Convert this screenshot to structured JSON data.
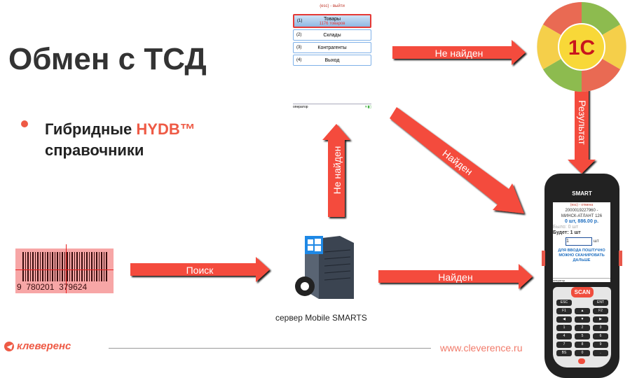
{
  "slide": {
    "title": "Обмен с ТСД",
    "bullet_text": "Гибридные ",
    "bullet_highlight": "HYDB™",
    "bullet_text2": "справочники"
  },
  "tsd_menu": {
    "header": "(esc) - выйти",
    "items": [
      {
        "num": "(1)",
        "label": "Товары",
        "sub": "1176 товаров"
      },
      {
        "num": "(2)",
        "label": "Склады"
      },
      {
        "num": "(3)",
        "label": "Контрагенты"
      },
      {
        "num": "(4)",
        "label": "Выход"
      }
    ],
    "status": "оператор"
  },
  "arrows": {
    "search": "Поиск",
    "not_found_up": "Не найден",
    "not_found_right": "Не найден",
    "found_diag": "Найден",
    "found_right": "Найден",
    "result": "Результат"
  },
  "barcode": {
    "digits_first": "9",
    "digits_left": "780201",
    "digits_right": "379624"
  },
  "server": {
    "label_prefix": "сервер ",
    "label_name": "Mobile SMARTS"
  },
  "device": {
    "brand": "SMART",
    "screen": {
      "header": "(esc) - отмена",
      "code": "2000019227960 -",
      "name": "МИНСК-АТЛАНТ 126",
      "qty_price": "0 шт, 886.00 р.",
      "was": "Было: 0 шт",
      "will": "Будет: 1 шт",
      "input": "1",
      "unit": "шт",
      "hint": "ДЛЯ ВВОДА ПОШТУЧНО МОЖНО СКАНИРОВАТЬ ДАЛЬШЕ",
      "status": "оператор"
    },
    "keys": [
      "ESC",
      "SCAN",
      "ENT",
      "F1",
      "▲",
      "F2",
      "◀",
      "▼",
      "▶",
      "1",
      "2",
      "3",
      "4",
      "5",
      "6",
      "7",
      "8",
      "9",
      "BS",
      "0",
      "."
    ]
  },
  "logo_1c": "1С",
  "footer": {
    "brand": "клеверенс",
    "site": "www.cleverence.ru"
  },
  "colors": {
    "accent": "#ee5a45",
    "arrow": "#f44b3c"
  }
}
